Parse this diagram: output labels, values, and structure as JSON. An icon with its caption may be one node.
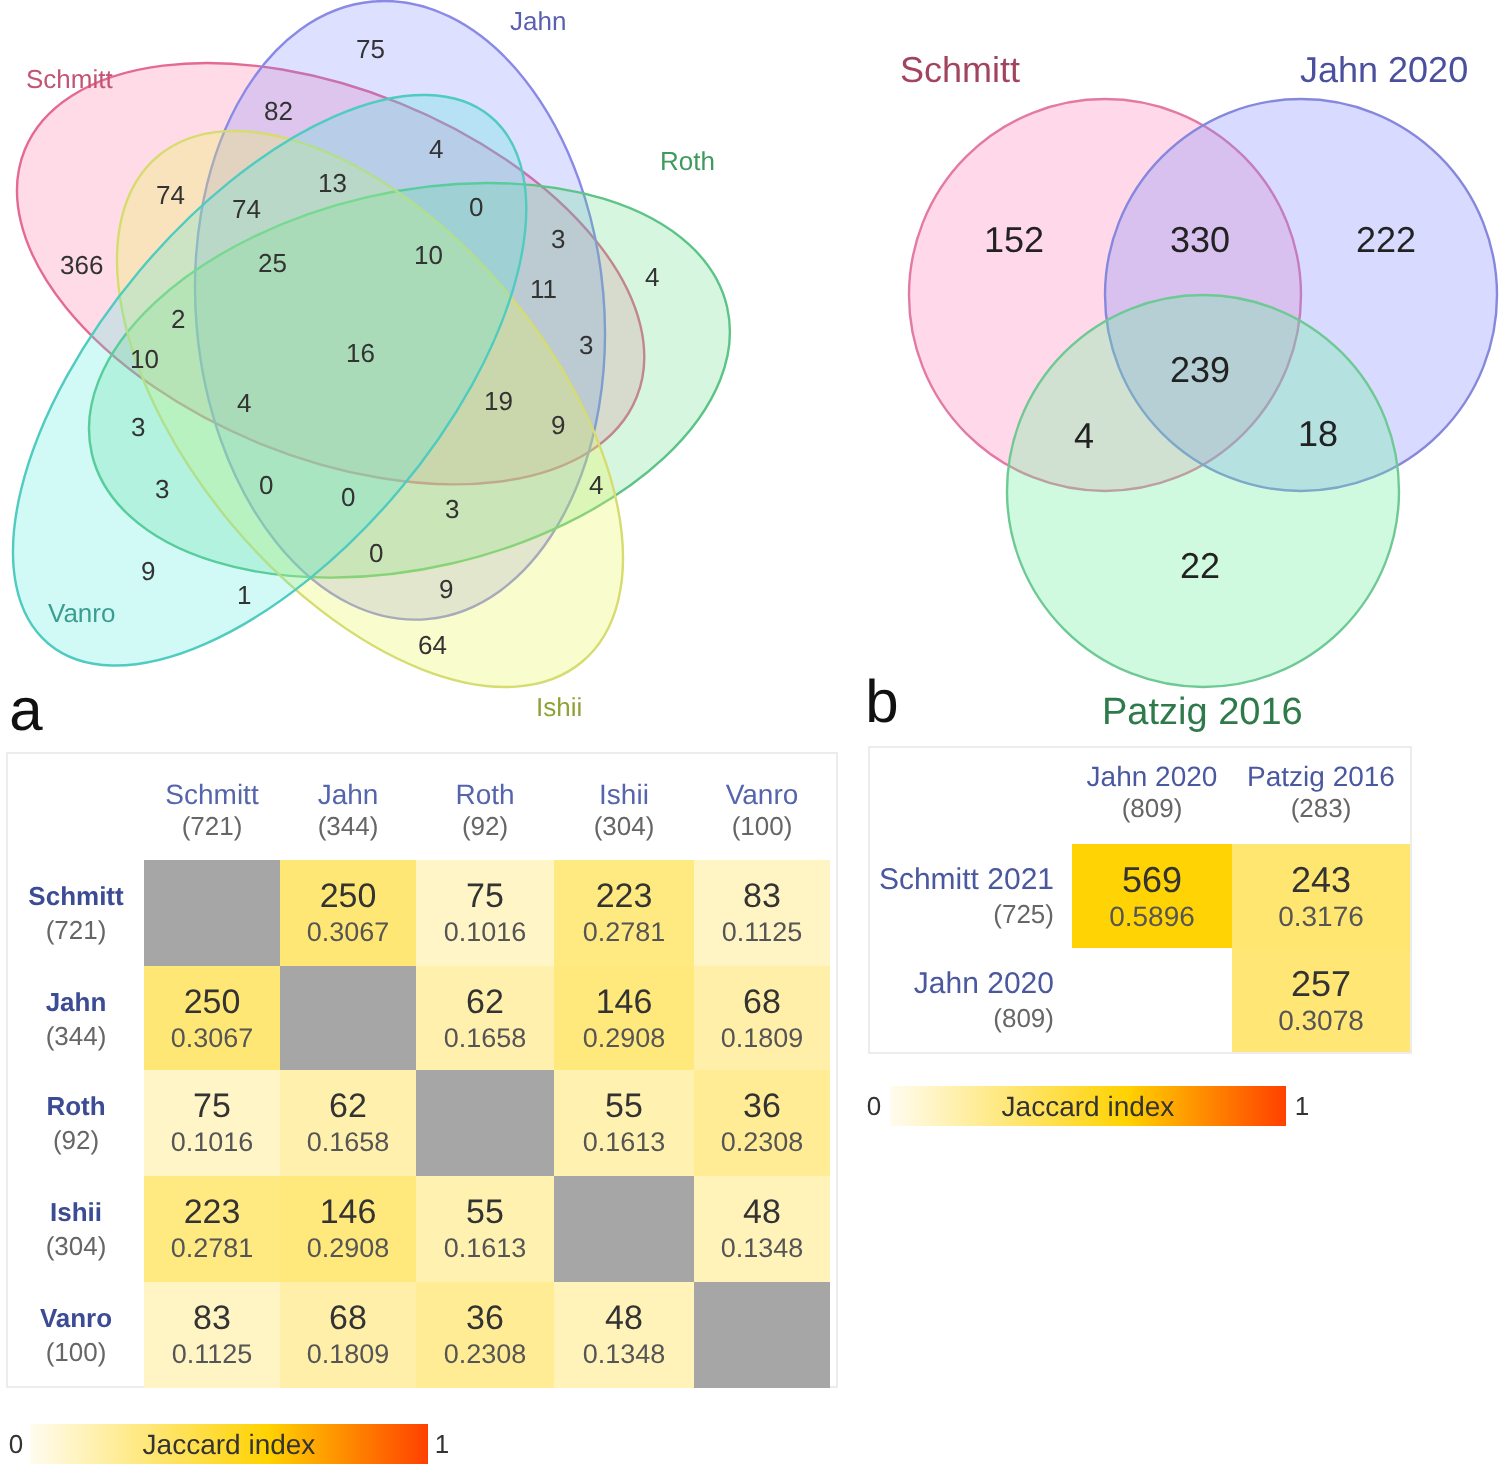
{
  "diagram": {
    "nodes": [
      {
        "text": [
          "Schmitt"
        ]
      },
      {
        "text": [
          "Jahn"
        ]
      },
      {
        "text": [
          "Roth"
        ]
      },
      {
        "text": [
          "Ishii"
        ]
      },
      {
        "text": [
          "Vanro"
        ]
      },
      {
        "text": [
          "Schmitt"
        ]
      },
      {
        "text": [
          "Jahn 2020"
        ]
      },
      {
        "text": [
          "Patzig 2016"
        ]
      }
    ],
    "labels": [
      "75",
      "82",
      "4",
      "74",
      "13",
      "0",
      "74",
      "3",
      "366",
      "25",
      "10",
      "4",
      "2",
      "11",
      "10",
      "16",
      "3",
      "19",
      "3",
      "4",
      "9",
      "3",
      "0",
      "0",
      "3",
      "4",
      "9",
      "1",
      "0",
      "9",
      "64",
      "152",
      "330",
      "222",
      "239",
      "4",
      "18",
      "22",
      "a",
      "Schmitt",
      "(721)",
      "Jahn",
      "(344)",
      "Roth",
      "(92)",
      "Ishii",
      "(304)",
      "Vanro",
      "(100)",
      "Schmitt",
      "(721)",
      "250",
      "0.3067",
      "75",
      "0.1016",
      "223",
      "0.2781",
      "83",
      "0.1125",
      "Jahn",
      "(344)",
      "250",
      "0.3067",
      "62",
      "0.1658",
      "146",
      "0.2908",
      "68",
      "0.1809",
      "Roth",
      "(92)",
      "75",
      "0.1016",
      "62",
      "0.1658",
      "55",
      "0.1613",
      "36",
      "0.2308",
      "Ishii",
      "(304)",
      "223",
      "0.2781",
      "146",
      "0.2908",
      "55",
      "0.1613",
      "48",
      "0.1348",
      "Vanro",
      "(100)",
      "83",
      "0.1125",
      "68",
      "0.1809",
      "36",
      "0.2308",
      "48",
      "0.1348",
      "0",
      "Jaccard index",
      "1",
      "b",
      "Jahn 2020",
      "(809)",
      "Patzig 2016",
      "(283)",
      "Schmitt 2021",
      "(725)",
      "569",
      "0.5896",
      "243",
      "0.3176",
      "Jahn 2020",
      "(809)",
      "257",
      "0.3078",
      "0",
      "Jaccard index",
      "1"
    ]
  }
}
